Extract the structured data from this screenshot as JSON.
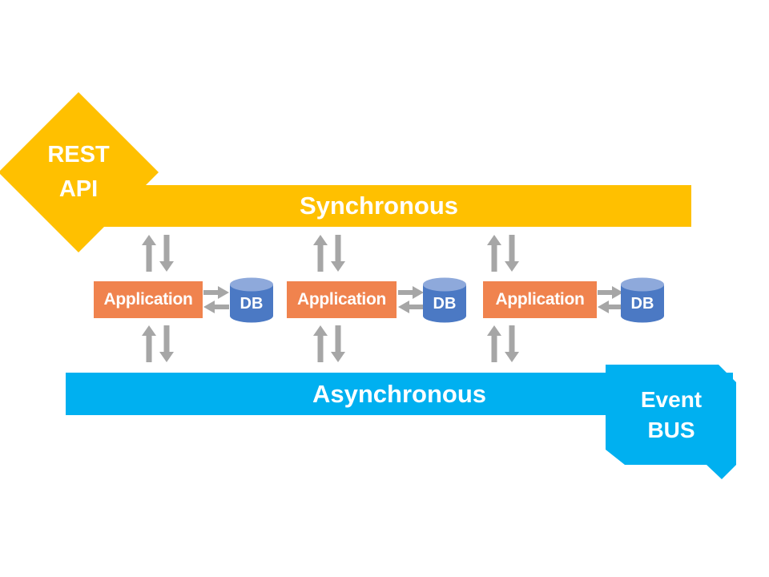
{
  "colors": {
    "gold": "#FFC000",
    "cyan": "#00B0F0",
    "orange": "#F0834E",
    "db_body_blue": "#4B79C4",
    "db_top_blue": "#8EA9DB",
    "arrow_gray": "#A6A6A6",
    "label_white": "#FFFFFF"
  },
  "rest_api": {
    "line1": "REST",
    "line2": "API"
  },
  "sync_bar": {
    "label": "Synchronous"
  },
  "async_bar": {
    "label": "Asynchronous"
  },
  "event_bus": {
    "line1": "Event",
    "line2": "BUS"
  },
  "apps": [
    {
      "label": "Application",
      "db": "DB"
    },
    {
      "label": "Application",
      "db": "DB"
    },
    {
      "label": "Application",
      "db": "DB"
    }
  ]
}
